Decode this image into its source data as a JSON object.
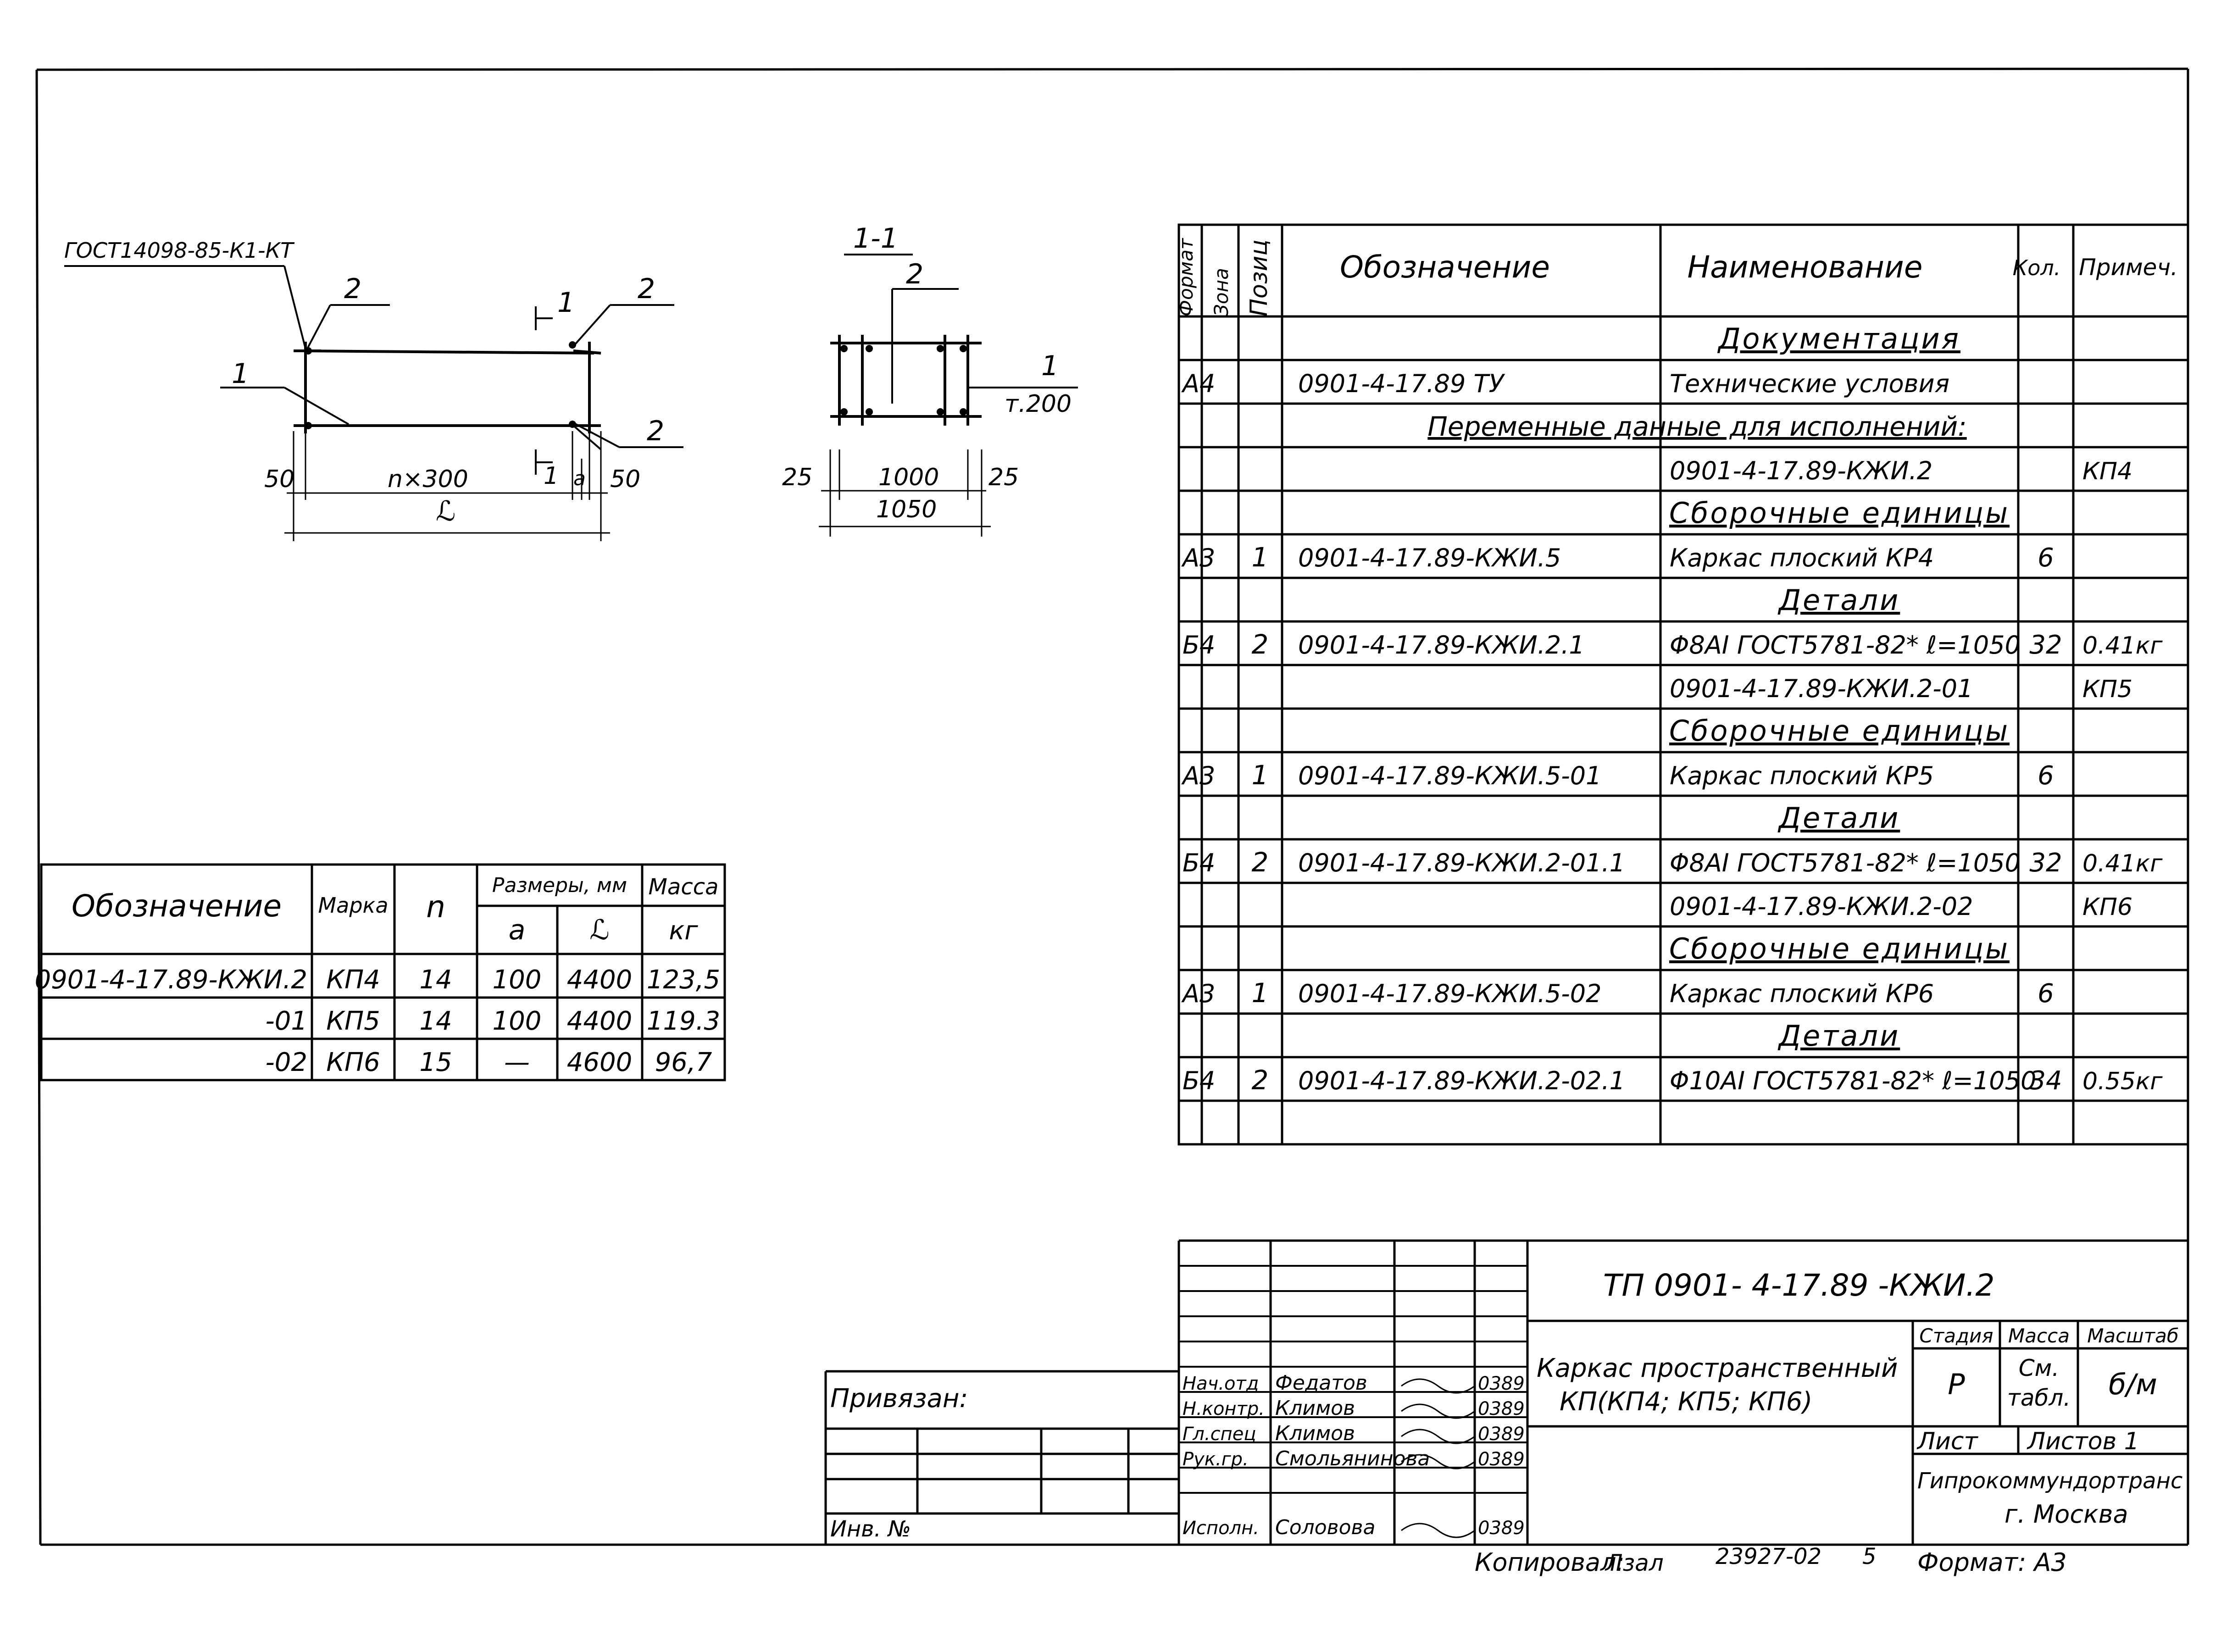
{
  "drawing": {
    "gost_label": "ГОСТ14098-85-К1-КТ",
    "leader_2a": "2",
    "leader_2b": "2",
    "leader_2c": "2",
    "leader_1": "1",
    "section_mark_top": "1",
    "section_mark_bottom": "1",
    "dim_50_left": "50",
    "dim_n300": "n×300",
    "dim_a": "a",
    "dim_50_right": "50",
    "dim_L": "ℒ",
    "section_title": "1-1",
    "section_leader_2": "2",
    "section_leader_1": "1",
    "section_t200": "т.200",
    "dim_25_left": "25",
    "dim_1000": "1000",
    "dim_25_right": "25",
    "dim_1050": "1050"
  },
  "mark_table": {
    "headers": {
      "designation": "Обозначение",
      "mark": "Марка",
      "n": "n",
      "sizes": "Размеры, мм",
      "a": "a",
      "L": "ℒ",
      "mass": "Масса",
      "mass_unit": "кг"
    },
    "rows": [
      {
        "designation": "0901-4-17.89-КЖИ.2",
        "mark": "КП4",
        "n": "14",
        "a": "100",
        "L": "4400",
        "mass": "123,5"
      },
      {
        "designation": "-01",
        "mark": "КП5",
        "n": "14",
        "a": "100",
        "L": "4400",
        "mass": "119.3"
      },
      {
        "designation": "-02",
        "mark": "КП6",
        "n": "15",
        "a": "—",
        "L": "4600",
        "mass": "96,7"
      }
    ]
  },
  "spec": {
    "headers": {
      "format": "Формат",
      "zone": "Зона",
      "pos": "Позиц",
      "designation": "Обозначение",
      "name": "Наименование",
      "qty": "Кол.",
      "note": "Примеч."
    },
    "rows": [
      {
        "format": "",
        "pos": "",
        "designation": "",
        "name": "Документация",
        "qty": "",
        "note": "",
        "heading": true
      },
      {
        "format": "А4",
        "pos": "",
        "designation": "0901-4-17.89    ТУ",
        "name": "Технические условия",
        "qty": "",
        "note": ""
      },
      {
        "format": "",
        "pos": "",
        "designation": "",
        "name": "Переменные данные для исполнений:",
        "qty": "",
        "note": "",
        "span": true
      },
      {
        "format": "",
        "pos": "",
        "designation": "",
        "name": "0901-4-17.89-КЖИ.2",
        "qty": "",
        "note": "КП4"
      },
      {
        "format": "",
        "pos": "",
        "designation": "",
        "name": "Сборочные единицы",
        "qty": "",
        "note": "",
        "heading": true
      },
      {
        "format": "А3",
        "pos": "1",
        "designation": "0901-4-17.89-КЖИ.5",
        "name": "Каркас  плоский КР4",
        "qty": "6",
        "note": ""
      },
      {
        "format": "",
        "pos": "",
        "designation": "",
        "name": "Детали",
        "qty": "",
        "note": "",
        "heading": true
      },
      {
        "format": "Б4",
        "pos": "2",
        "designation": "0901-4-17.89-КЖИ.2.1",
        "name": "Φ8АI ГОСТ5781-82* ℓ=1050",
        "qty": "32",
        "note": "0.41кг"
      },
      {
        "format": "",
        "pos": "",
        "designation": "",
        "name": "0901-4-17.89-КЖИ.2-01",
        "qty": "",
        "note": "КП5"
      },
      {
        "format": "",
        "pos": "",
        "designation": "",
        "name": "Сборочные  единицы",
        "qty": "",
        "note": "",
        "heading": true
      },
      {
        "format": "А3",
        "pos": "1",
        "designation": "0901-4-17.89-КЖИ.5-01",
        "name": "Каркас плоский КР5",
        "qty": "6",
        "note": ""
      },
      {
        "format": "",
        "pos": "",
        "designation": "",
        "name": "Детали",
        "qty": "",
        "note": "",
        "heading": true
      },
      {
        "format": "Б4",
        "pos": "2",
        "designation": "0901-4-17.89-КЖИ.2-01.1",
        "name": "Φ8АI ГОСТ5781-82* ℓ=1050",
        "qty": "32",
        "note": "0.41кг"
      },
      {
        "format": "",
        "pos": "",
        "designation": "",
        "name": "0901-4-17.89-КЖИ.2-02",
        "qty": "",
        "note": "КП6"
      },
      {
        "format": "",
        "pos": "",
        "designation": "",
        "name": "Сборочные  единицы",
        "qty": "",
        "note": "",
        "heading": true
      },
      {
        "format": "А3",
        "pos": "1",
        "designation": "0901-4-17.89-КЖИ.5-02",
        "name": "Каркас  плоский КР6",
        "qty": "6",
        "note": ""
      },
      {
        "format": "",
        "pos": "",
        "designation": "",
        "name": "Детали",
        "qty": "",
        "note": "",
        "heading": true
      },
      {
        "format": "Б4",
        "pos": "2",
        "designation": "0901-4-17.89-КЖИ.2-02.1",
        "name": "Φ10АI ГОСТ5781-82* ℓ=1050",
        "qty": "34",
        "note": "0.55кг"
      }
    ]
  },
  "title_block": {
    "doc_code": "ТП  0901- 4-17.89       -КЖИ.2",
    "title_line1": "Каркас  пространственный",
    "title_line2": "КП(КП4; КП5; КП6)",
    "stage_label": "Стадия",
    "mass_label": "Масса",
    "scale_label": "Масштаб",
    "stage": "Р",
    "mass_value_1": "См.",
    "mass_value_2": "табл.",
    "scale_value": "б/м",
    "sheet_label": "Лист",
    "sheets_label": "Листов 1",
    "org": "Гипрокоммундортранс",
    "city": "г. Москва",
    "bound_label": "Привязан:",
    "inv_label": "Инв. №",
    "signers": [
      {
        "role": "Нач.отд",
        "name": "Федатов",
        "date": "0389"
      },
      {
        "role": "Н.контр.",
        "name": "Климов",
        "date": "0389"
      },
      {
        "role": "Гл.спец",
        "name": "Климов",
        "date": "0389"
      },
      {
        "role": "Рук.гр.",
        "name": "Смольянинова",
        "date": "0389"
      },
      {
        "role": "Исполн.",
        "name": "Соловова",
        "date": "0389"
      }
    ],
    "copied_label": "Копировал:",
    "copied_by": "Лзал",
    "number": "23927-02",
    "page_no": "5",
    "format_label": "Формат: А3"
  }
}
